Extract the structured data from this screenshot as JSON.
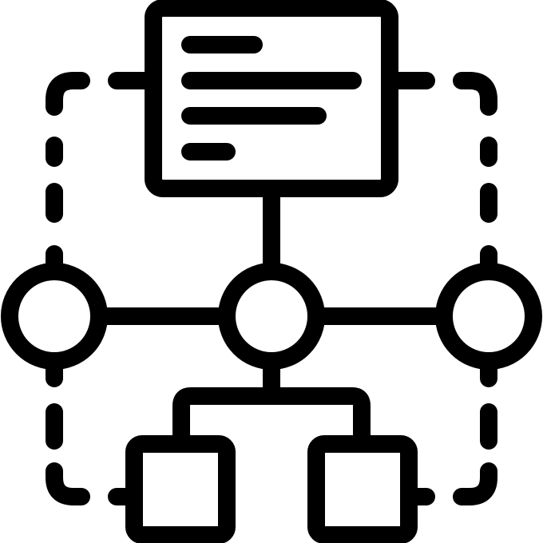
{
  "icon": {
    "name": "workflow-hierarchy-icon",
    "stroke_color": "#000000",
    "background_color": "#ffffff",
    "description_name": "document-node-network"
  },
  "document": {
    "icon_name": "document-lines-icon",
    "text_line_count": 4
  },
  "nodes": {
    "count": 3,
    "icon_name": "circle-node-icon"
  },
  "children": {
    "count": 2,
    "icon_name": "square-node-icon"
  }
}
